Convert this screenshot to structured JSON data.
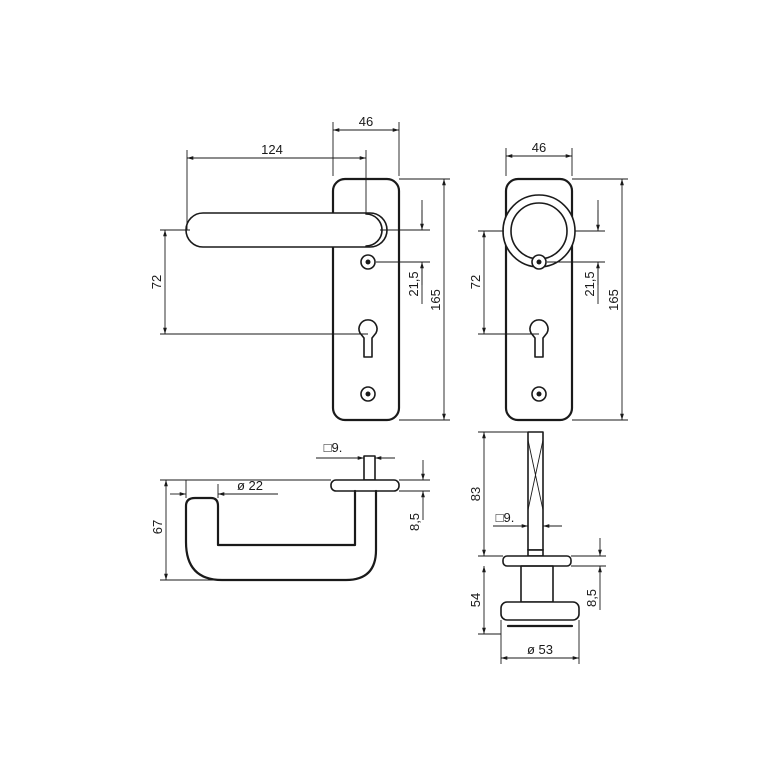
{
  "colors": {
    "line": "#1a1a1a",
    "background": "#ffffff"
  },
  "front_lever": {
    "dim_width": "46",
    "dim_projection": "124",
    "dim_spacing": "72",
    "dim_spindle_offset": "21,5",
    "dim_height": "165"
  },
  "front_knob": {
    "dim_width": "46",
    "dim_spacing": "72",
    "dim_spindle_offset": "21,5",
    "dim_height": "165"
  },
  "top_lever": {
    "dim_spindle": "□9.",
    "dim_diameter": "ø 22",
    "dim_depth": "67",
    "dim_plate": "8,5"
  },
  "side_knob": {
    "dim_spindle": "□9.",
    "dim_spindle_length": "83",
    "dim_knob_depth": "54",
    "dim_plate": "8,5",
    "dim_diameter": "ø 53"
  }
}
